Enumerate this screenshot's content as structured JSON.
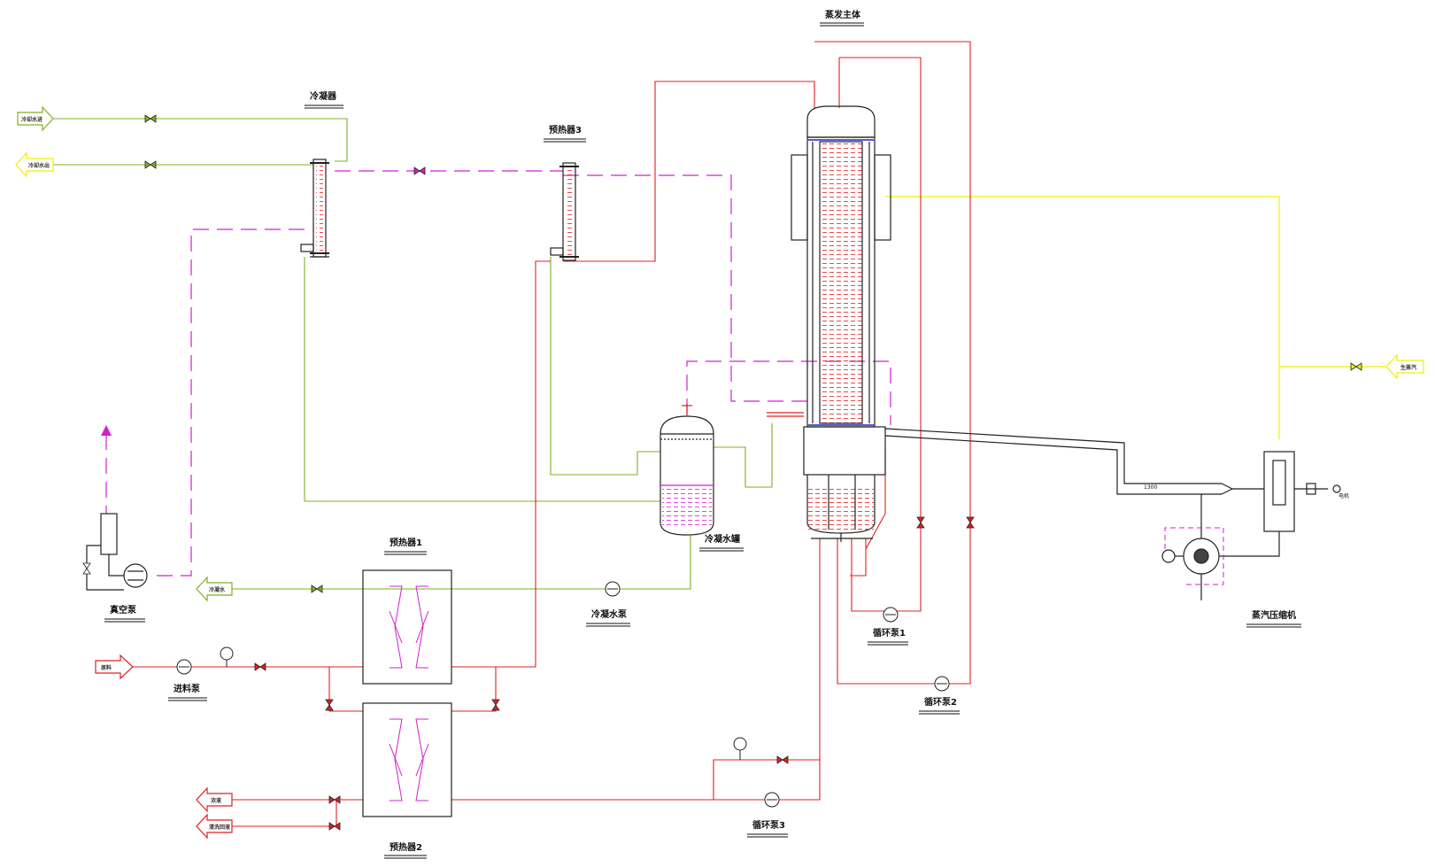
{
  "labels": {
    "evaporator": "蒸发主体",
    "condenser": "冷凝器",
    "preheater3": "预热器3",
    "preheater1": "预热器1",
    "preheater2": "预热器2",
    "vacuum_pump": "真空泵",
    "feed_pump": "进料泵",
    "condensate_tank": "冷凝水罐",
    "condensate_pump": "冷凝水泵",
    "circ_pump1": "循环泵1",
    "circ_pump2": "循环泵2",
    "circ_pump3": "循环泵3",
    "compressor": "蒸汽压缩机"
  },
  "arrows": {
    "cooling_water_in": "冷却水进",
    "cooling_water_out": "冷却水出",
    "condensate_out": "冷凝水",
    "feed_in": "原料",
    "concentrate_out": "浓液",
    "cip_return": "清洗回液",
    "steam_in": "生蒸汽"
  },
  "annotations": {
    "pipe_size": "1300",
    "motor_tag": "电机"
  },
  "colors": {
    "process": "#e02020",
    "cooling": "#7fb020",
    "vacuum": "#d020d0",
    "steam": "#f0f000",
    "equipment": "#222222"
  }
}
